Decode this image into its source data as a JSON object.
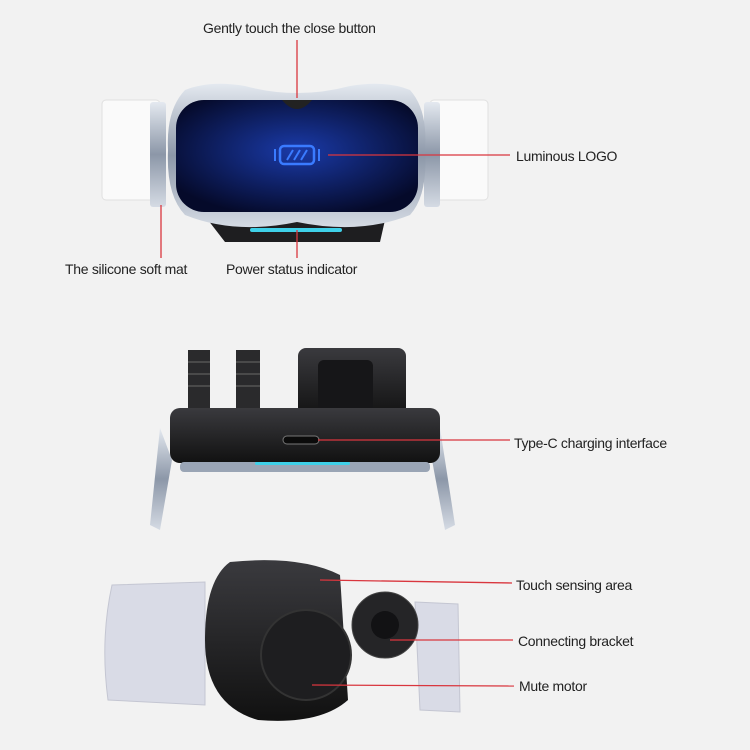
{
  "colors": {
    "background": "#f2f2f2",
    "leader_line": "#d9363e",
    "screen": "#0a1850",
    "logo_glow": "#2f6bff",
    "indicator": "#3fd0e8",
    "body": "#1c1c1e",
    "chrome": "#b9c3d0"
  },
  "views": {
    "front": {
      "labels": {
        "close_button": "Gently touch the close button",
        "logo": "Luminous LOGO",
        "silicone_mat": "The silicone soft mat",
        "power_indicator": "Power status indicator"
      }
    },
    "bottom": {
      "labels": {
        "type_c": "Type-C charging interface"
      }
    },
    "back": {
      "labels": {
        "touch_area": "Touch sensing area",
        "bracket": "Connecting bracket",
        "motor": "Mute motor"
      }
    }
  }
}
